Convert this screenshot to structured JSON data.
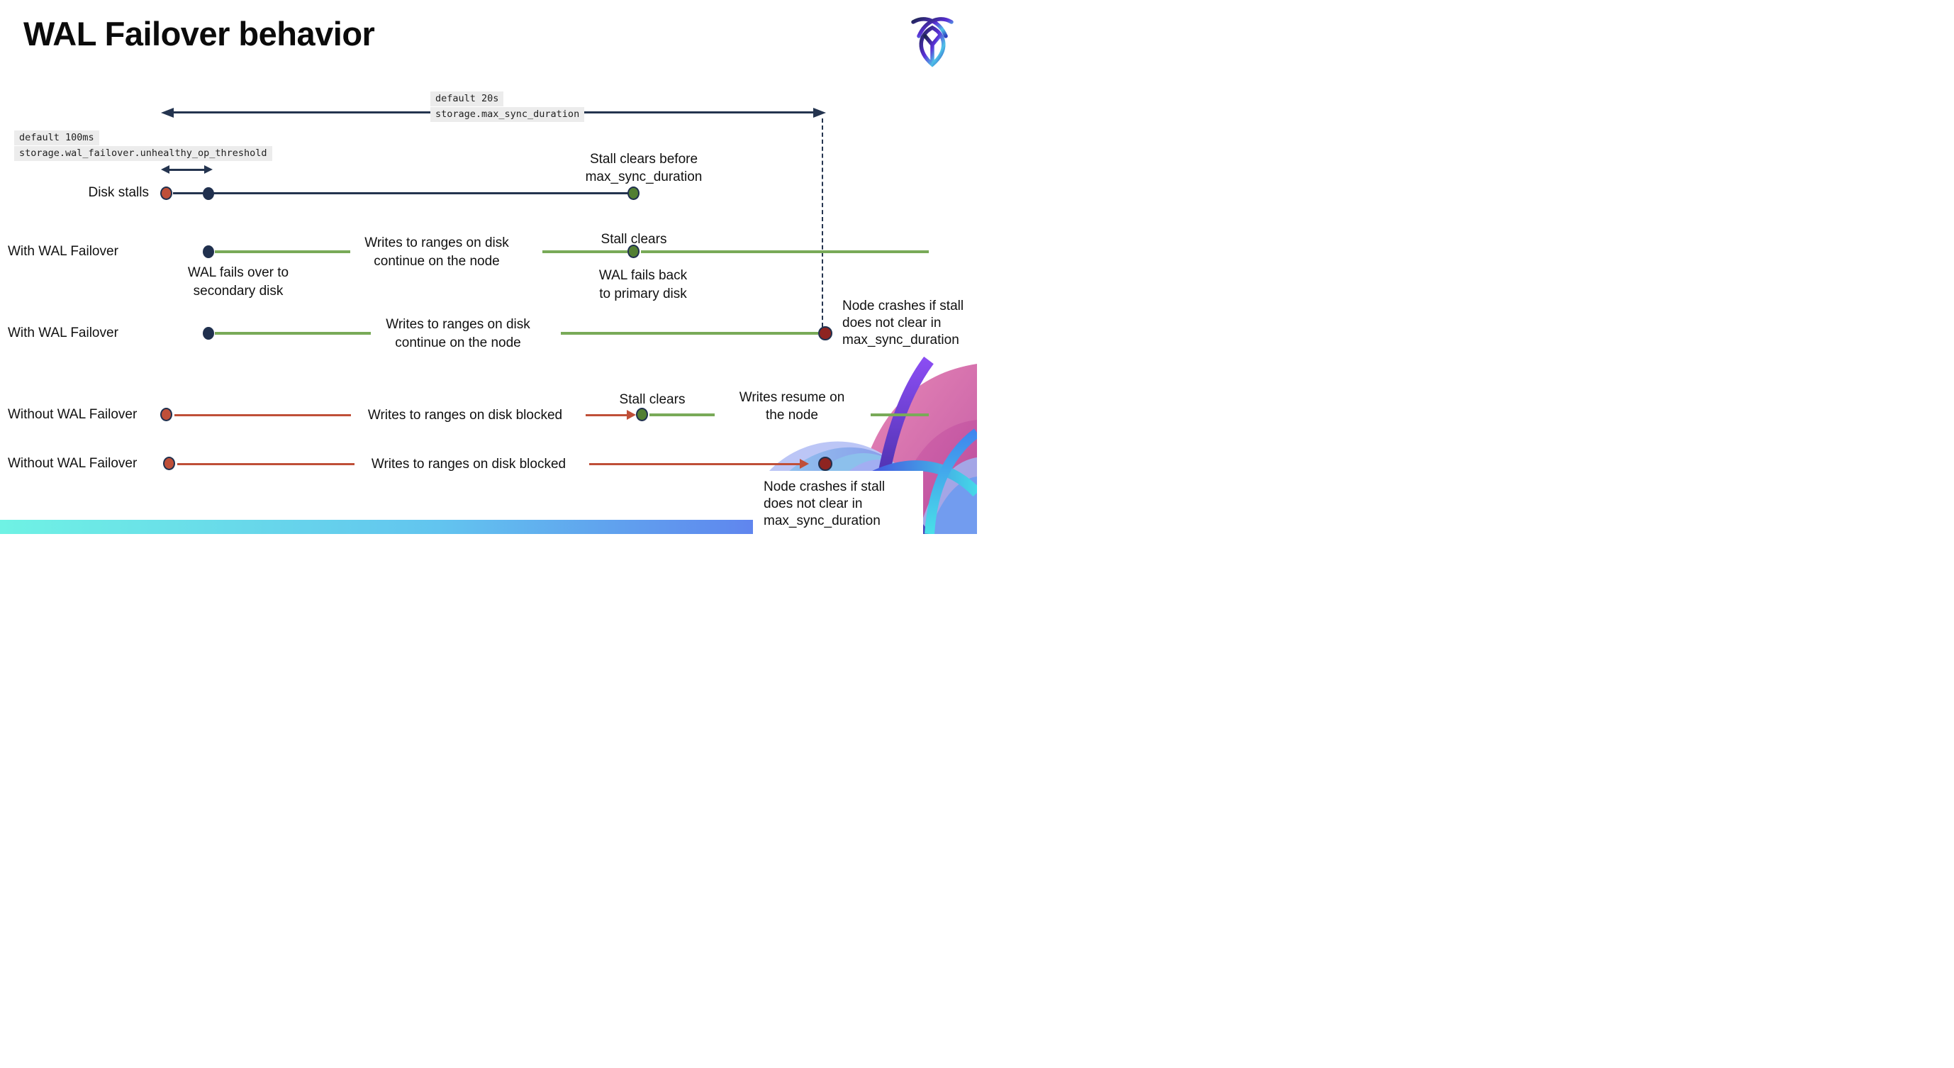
{
  "header": {
    "title": "WAL Failover behavior",
    "logo_icon": "cockroachdb-logo"
  },
  "config_labels": {
    "max_sync_duration": {
      "default_value": "default 20s",
      "setting_name": "storage.max_sync_duration"
    },
    "unhealthy_op_threshold": {
      "default_value": "default 100ms",
      "setting_name": "storage.wal_failover.unhealthy_op_threshold"
    }
  },
  "timelines": [
    {
      "label": "Disk stalls",
      "stall_clears": [
        "Stall clears before",
        "max_sync_duration"
      ]
    },
    {
      "label": "With WAL Failover",
      "failover": [
        "WAL fails over to",
        "secondary disk"
      ],
      "writes": [
        "Writes to ranges on disk",
        "continue on the node"
      ],
      "stall_clears": "Stall clears",
      "failback": [
        "WAL fails  back",
        "to primary disk"
      ]
    },
    {
      "label": "With WAL Failover",
      "writes": [
        "Writes to ranges on disk",
        "continue on the node"
      ],
      "crash": [
        "Node crashes if stall",
        "does not clear in",
        "max_sync_duration"
      ]
    },
    {
      "label": "Without WAL Failover",
      "writes": "Writes to ranges on disk  blocked",
      "stall_clears": "Stall clears",
      "resume": [
        "Writes resume on",
        "the node"
      ]
    },
    {
      "label": "Without WAL Failover",
      "writes": "Writes to ranges on disk  blocked",
      "crash": [
        "Node crashes if stall",
        "does not clear in",
        "max_sync_duration"
      ]
    }
  ],
  "colors": {
    "navy": "#24344f",
    "timeline_green": "#79aa58",
    "green_dot": "#527f33",
    "stall_red": "#bf4f38",
    "crash_red": "#8e2421",
    "code_bg": "#ececec",
    "footer_gradient": [
      "#6ff2e4",
      "#5fc0ef",
      "#6a52ea"
    ]
  }
}
